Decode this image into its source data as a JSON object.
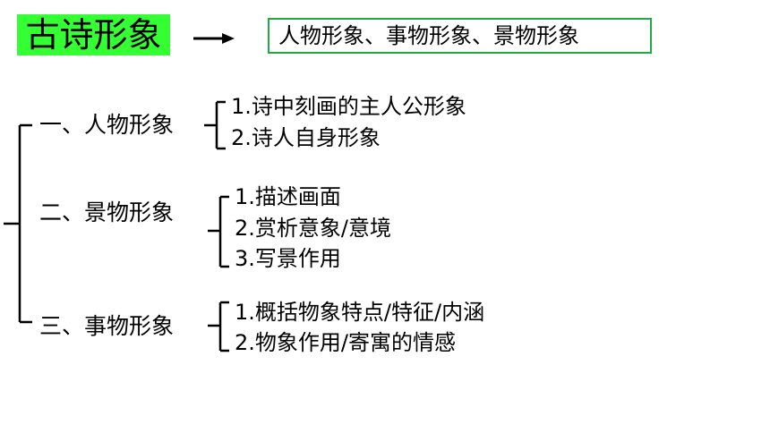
{
  "title": "古诗形象",
  "summary": "人物形象、事物形象、景物形象",
  "colors": {
    "title_bg": "#33ff33",
    "summary_border": "#22aa44"
  },
  "categories": [
    {
      "label": "一、人物形象",
      "items": [
        "1.诗中刻画的主人公形象",
        "2.诗人自身形象"
      ]
    },
    {
      "label": "二、景物形象",
      "items": [
        "1.描述画面",
        "2.赏析意象/意境",
        "3.写景作用"
      ]
    },
    {
      "label": "三、事物形象",
      "items": [
        "1.概括物象特点/特征/内涵",
        "2.物象作用/寄寓的情感"
      ]
    }
  ]
}
